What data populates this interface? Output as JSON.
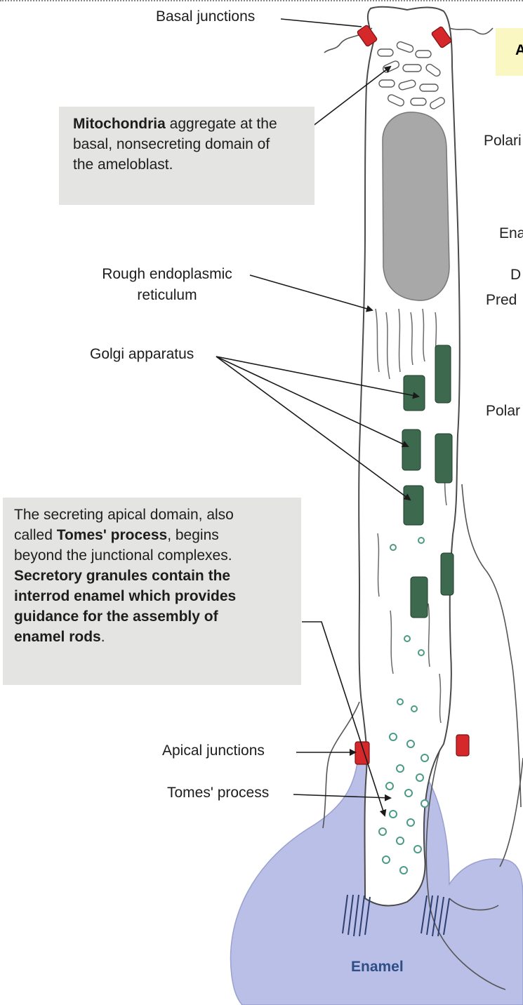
{
  "labels": {
    "basal_junctions": "Basal junctions",
    "rough_er_line1": "Rough endoplasmic",
    "rough_er_line2": "reticulum",
    "golgi": "Golgi apparatus",
    "apical_junctions": "Apical junctions",
    "tomes_process": "Tomes' process",
    "enamel": "Enamel"
  },
  "mito_callout": {
    "bold": "Mitochondria",
    "text_1": " aggregate at the",
    "text_2": "basal, nonsecreting domain of",
    "text_3": "the ameloblast."
  },
  "tomes_callout": {
    "line_1": "The secreting apical domain, also",
    "line_2_pre": "called ",
    "line_2_bold": "Tomes' process",
    "line_2_post": ", begins",
    "line_3": "beyond the junctional complexes.",
    "line_4": "Secretory granules contain the",
    "line_5": "interrod enamel which provides",
    "line_6": "guidance for the assembly of",
    "line_7_bold": "enamel rods",
    "line_7_post": "."
  },
  "cropped_side": {
    "header_letter": "A",
    "polari": "Polari",
    "ena": "Ena",
    "d": "D",
    "pred": "Pred",
    "polar": "Polar"
  },
  "colors": {
    "junction_red": "#d4282b",
    "golgi_green": "#3d6a4f",
    "granule_teal": "#4d9a86",
    "enamel_purple": "#b9bfe6",
    "nucleus_grey": "#a8a8a8",
    "callout_grey": "#e4e5e3",
    "header_yellow": "#fbf7c3"
  }
}
